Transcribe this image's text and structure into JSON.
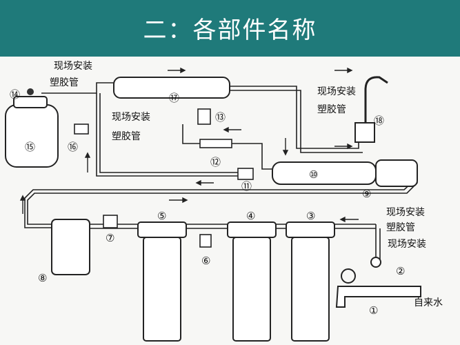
{
  "header": {
    "title": "二：各部件名称",
    "bg_color": "#1f7a7a"
  },
  "labels": {
    "onsite_install": "现场安装",
    "plastic_tube": "塑胶管",
    "tap_water": "自来水"
  },
  "components": [
    "①",
    "②",
    "③",
    "④",
    "⑤",
    "⑥",
    "⑦",
    "⑧",
    "⑨",
    "⑩",
    "⑪",
    "⑫",
    "⑬",
    "⑭",
    "⑮",
    "⑯",
    "⑰",
    "⑱"
  ]
}
